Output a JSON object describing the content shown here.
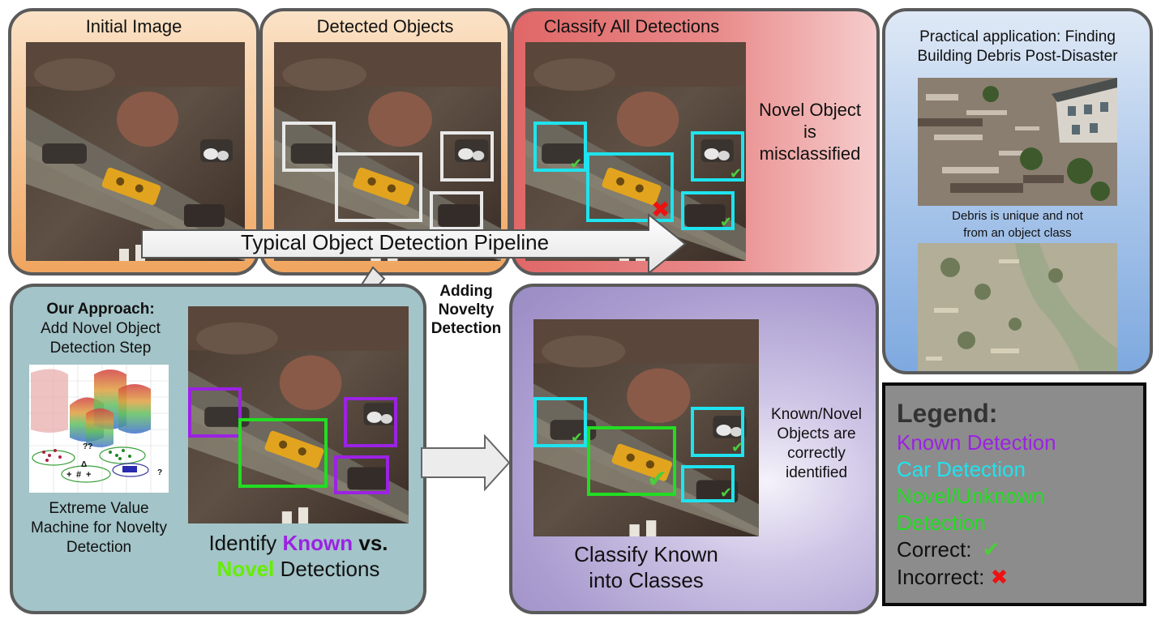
{
  "panels": {
    "initial": {
      "title": "Initial Image"
    },
    "detected": {
      "title": "Detected Objects"
    },
    "classify_all": {
      "title": "Classify All Detections",
      "note_line1": "Novel Object",
      "note_line2": "is",
      "note_line3": "misclassified"
    },
    "pipeline_arrow": {
      "label": "Typical Object Detection Pipeline"
    },
    "our_approach": {
      "heading": "Our Approach:",
      "step_line1": "Add Novel Object",
      "step_line2": "Detection Step",
      "evm_line1": "Extreme Value",
      "evm_line2": "Machine for Novelty",
      "evm_line3": "Detection",
      "caption_identify": "Identify",
      "caption_known": "Known",
      "caption_vs": "vs.",
      "caption_novel": "Novel",
      "caption_detections": "Detections"
    },
    "adding_novelty": {
      "line1": "Adding",
      "line2": "Novelty",
      "line3": "Detection"
    },
    "classify_known": {
      "caption_line1": "Classify Known",
      "caption_line2": "into Classes",
      "note_line1": "Known/Novel",
      "note_line2": "Objects are",
      "note_line3": "correctly",
      "note_line4": "identified"
    },
    "practical": {
      "title_line1": "Practical application: Finding",
      "title_line2": "Building Debris Post-Disaster",
      "mid_line1": "Debris is unique and not",
      "mid_line2": "from an object class"
    }
  },
  "legend": {
    "title": "Legend:",
    "known": "Known Detection",
    "car": "Car Detection",
    "novel_line1": "Novel/Unknown",
    "novel_line2": "Detection",
    "correct": "Correct:",
    "incorrect": "Incorrect:"
  },
  "evm_plot_symbols": {
    "qq": "??",
    "hash": "#",
    "plus": "+",
    "delta": "Δ",
    "q": "?"
  },
  "icons": {
    "check": "✔",
    "cross": "✖"
  },
  "colors": {
    "known": "#9b22e3",
    "car": "#1fe3ee",
    "novel": "#22dd22",
    "novel_caption": "#66ee00",
    "correct": "#4ccd3c",
    "incorrect": "#ee1111",
    "panel_orange": "#f4b071",
    "panel_red": "#e06767",
    "panel_teal": "#a3c4c8",
    "panel_purple": "#ab9dd0",
    "panel_blue": "#8fb6e3",
    "legend_bg": "#8c8c8c"
  }
}
